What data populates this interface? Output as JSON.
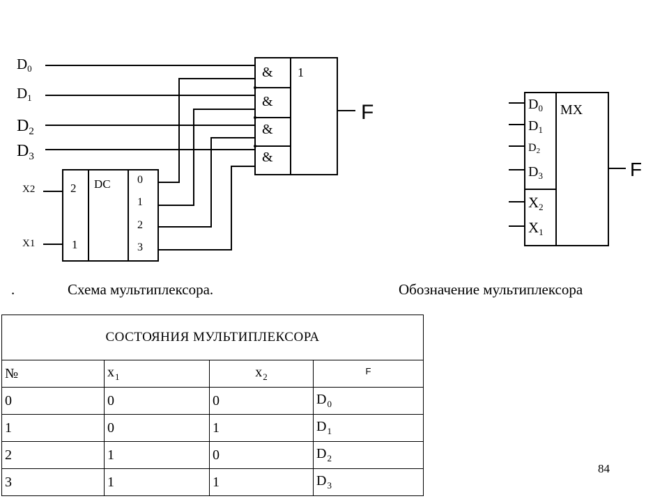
{
  "schematic": {
    "inputs": [
      {
        "base": "D",
        "sub": "0"
      },
      {
        "base": "D",
        "sub": "1"
      },
      {
        "base": "D",
        "sub": "2"
      },
      {
        "base": "D",
        "sub": "3"
      }
    ],
    "x2_label": "X2",
    "x1_label": "X1",
    "decoder_label": "DC",
    "decoder_in_2": "2",
    "decoder_in_1": "1",
    "decoder_outputs": [
      "0",
      "1",
      "2",
      "3"
    ],
    "and_label": "&",
    "or_label": "1",
    "output_label": "F"
  },
  "symbol": {
    "inputs": [
      {
        "base": "D",
        "sub": "0"
      },
      {
        "base": "D",
        "sub": "1"
      },
      {
        "base": "D",
        "sub": "2"
      },
      {
        "base": "D",
        "sub": "3"
      },
      {
        "base": "X",
        "sub": "2"
      },
      {
        "base": "X",
        "sub": "1"
      }
    ],
    "label": "MX",
    "output_label": "F"
  },
  "captions": {
    "dot": ".",
    "schematic": "Схема мультиплексора.",
    "symbol": "Обозначение мультиплексора"
  },
  "table": {
    "title": "СОСТОЯНИЯ МУЛЬТИПЛЕКСОРА",
    "headers": {
      "num": "№",
      "x1": {
        "base": "x",
        "sub": "1"
      },
      "x2": {
        "base": "x",
        "sub": "2"
      },
      "f": "F"
    },
    "rows": [
      {
        "num": "0",
        "x1": "0",
        "x2": "0",
        "f": {
          "base": "D",
          "sub": "0"
        }
      },
      {
        "num": "1",
        "x1": "0",
        "x2": "1",
        "f": {
          "base": "D",
          "sub": "1"
        }
      },
      {
        "num": "2",
        "x1": "1",
        "x2": "0",
        "f": {
          "base": "D",
          "sub": "2"
        }
      },
      {
        "num": "3",
        "x1": "1",
        "x2": "1",
        "f": {
          "base": "D",
          "sub": "3"
        }
      }
    ]
  },
  "page_number": "84"
}
